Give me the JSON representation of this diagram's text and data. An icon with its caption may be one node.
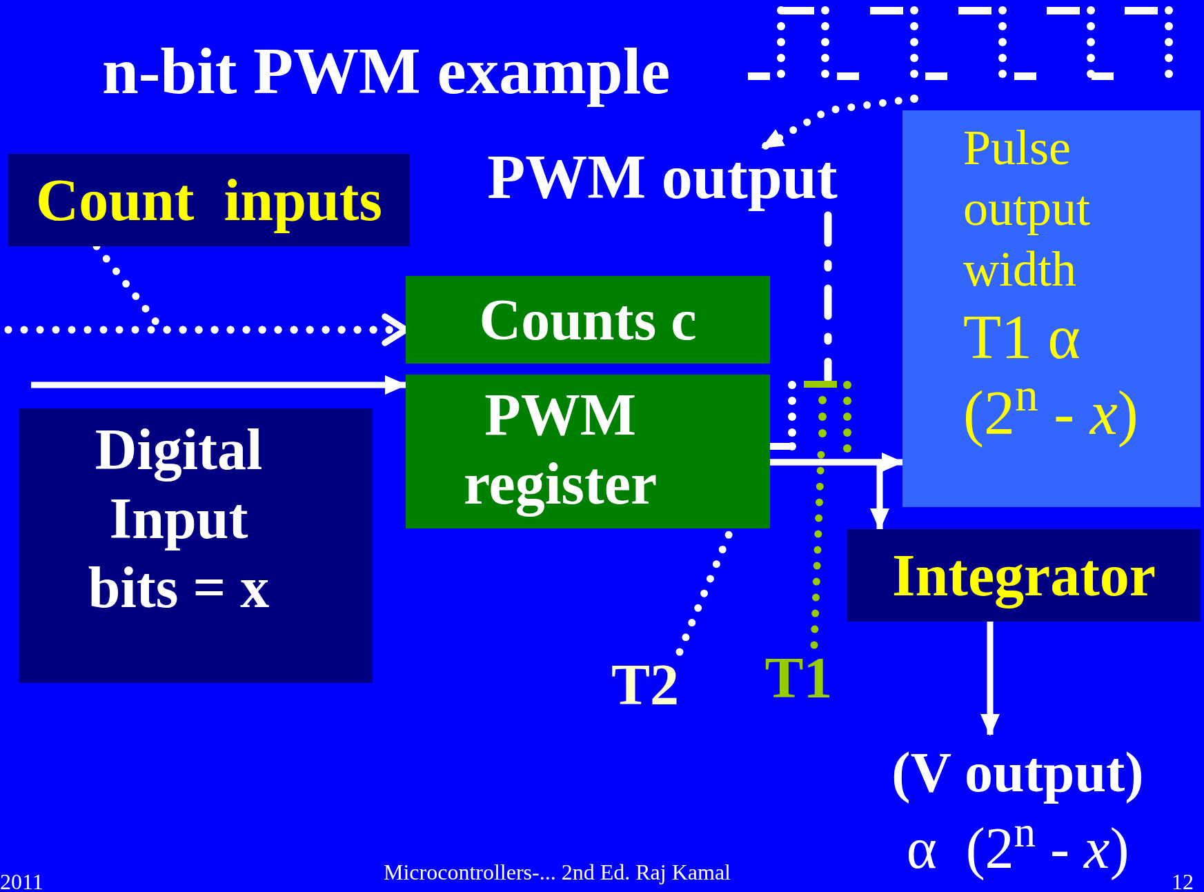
{
  "diagram": {
    "title": "n-bit PWM example",
    "nodes": [
      {
        "text": [],
        "shape": "picture"
      },
      {
        "text": [
          "Count  inputs"
        ]
      },
      {
        "text": [
          "PWM output"
        ]
      },
      {
        "text": [
          "Pulse output width",
          "T1 α (2$^{n}$ - *x*)"
        ]
      },
      {
        "text": [
          "Counts c"
        ]
      },
      {
        "text": [
          "PWM register"
        ]
      },
      {
        "text": [],
        "shape": "picture"
      },
      {
        "text": [
          "Digital Input bits = x"
        ]
      },
      {
        "text": [
          "Integrator"
        ]
      },
      {
        "text": [
          "T2"
        ]
      },
      {
        "text": [
          "T1"
        ]
      },
      {
        "text": [
          "(V output)",
          "α  (2$^{n}$ - *x*)"
        ]
      }
    ],
    "edges": [
      {
        "from": 0,
        "to": 2,
        "arrow": "to",
        "style": "dashed"
      },
      {
        "from": 2,
        "to": 6,
        "arrow": "none",
        "style": "dashed"
      },
      {
        "from": 1,
        "to": 4,
        "arrow": "to",
        "style": "dashed"
      },
      {
        "from": null,
        "to": 4,
        "arrow": "to",
        "style": "dashed"
      },
      {
        "from": null,
        "to": 5,
        "arrow": "to"
      },
      {
        "from": 5,
        "to": 3,
        "arrow": "to"
      },
      {
        "from": 5,
        "to": 8,
        "arrow": "to"
      },
      {
        "from": 9,
        "to": 5,
        "arrow": "none",
        "style": "dashed"
      },
      {
        "from": 10,
        "to": 6,
        "arrow": "none",
        "style": "dashed",
        "color": "#99cc00"
      },
      {
        "from": 8,
        "to": 11,
        "arrow": "to"
      }
    ],
    "labels": [
      "2011",
      "Microcontrollers-... 2nd Ed. Raj Kamal",
      "12"
    ]
  }
}
